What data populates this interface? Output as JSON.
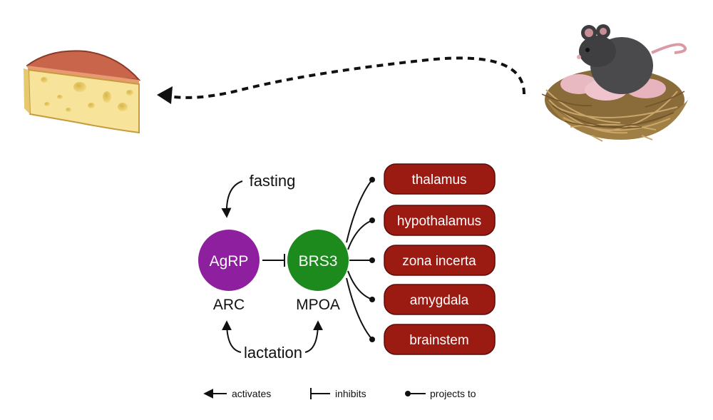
{
  "inputs": {
    "fasting": "fasting",
    "lactation": "lactation"
  },
  "nodes": {
    "agrp": {
      "label": "AgRP",
      "region": "ARC",
      "color": "#8e1f9e"
    },
    "brs3": {
      "label": "BRS3",
      "region": "MPOA",
      "color": "#1d8a1d"
    }
  },
  "targets": [
    {
      "label": "thalamus"
    },
    {
      "label": "hypothalamus"
    },
    {
      "label": "zona incerta"
    },
    {
      "label": "amygdala"
    },
    {
      "label": "brainstem"
    }
  ],
  "target_color": "#9b1a12",
  "legend": {
    "activates": "activates",
    "inhibits": "inhibits",
    "projects_to": "projects to"
  },
  "illustrations": {
    "left": "cheese-wedge",
    "right": "mouse-in-nest-with-pups"
  }
}
